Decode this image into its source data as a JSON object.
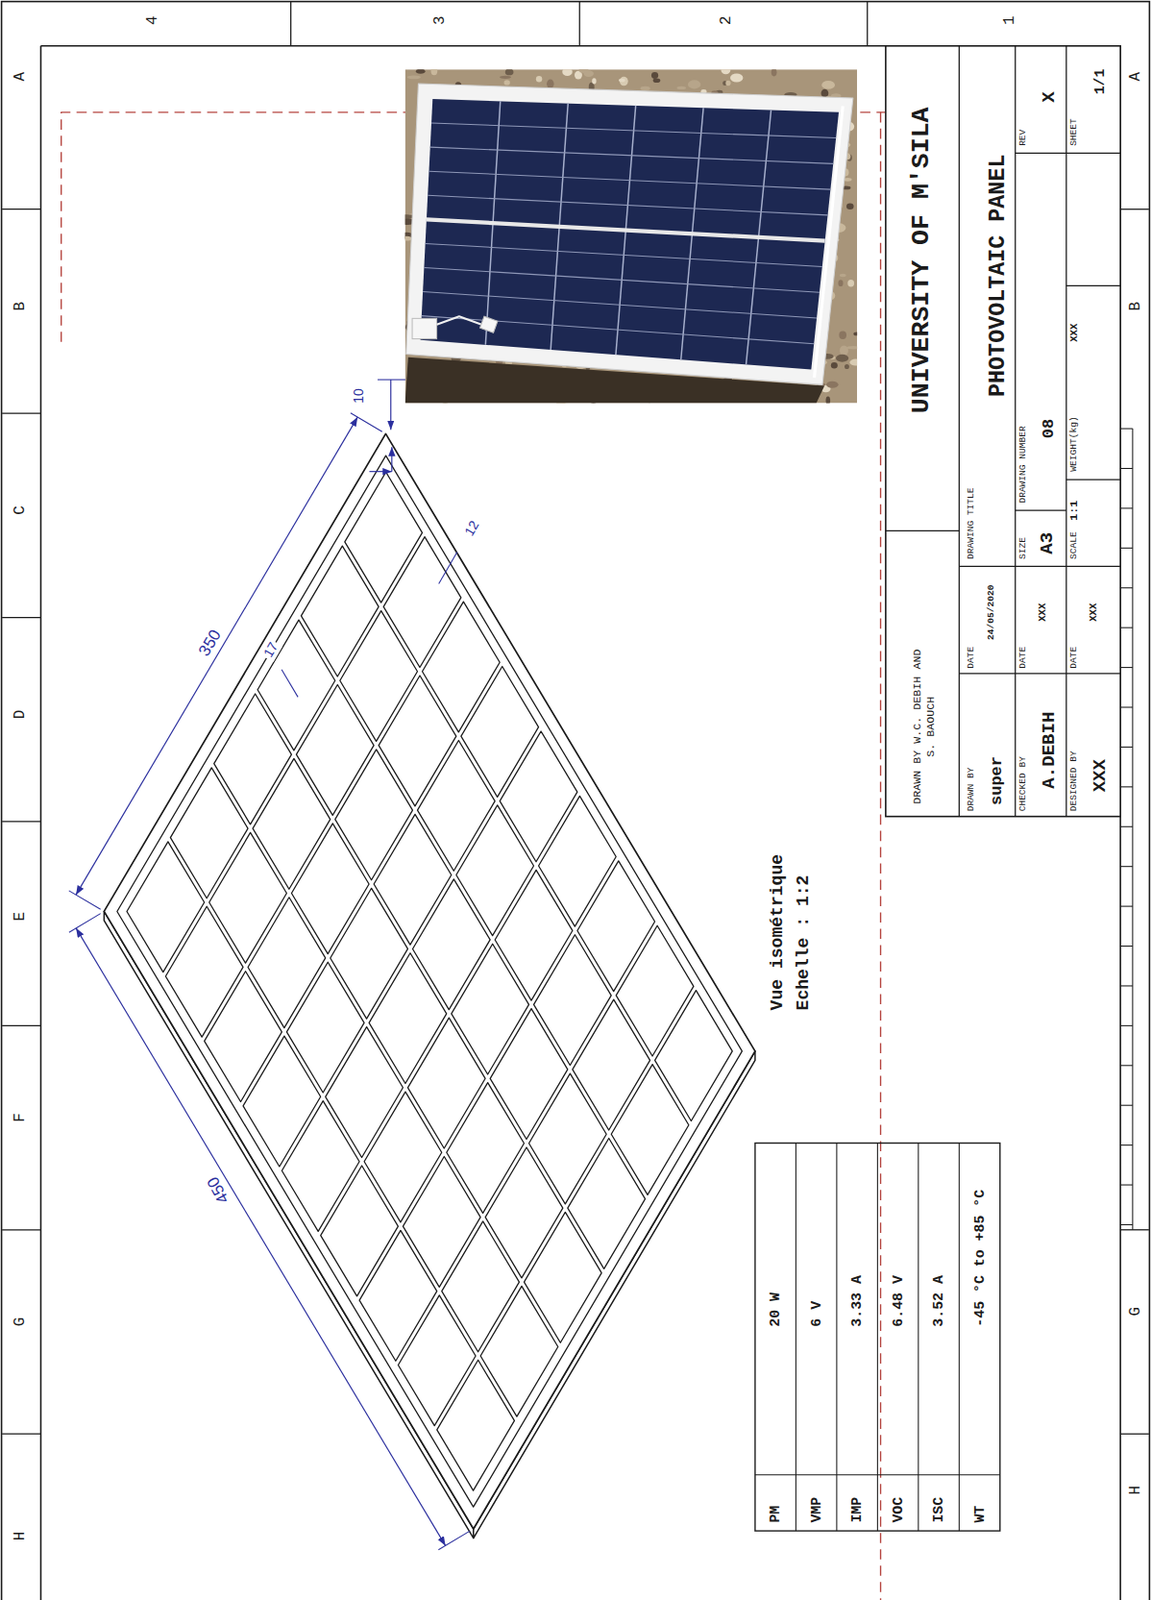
{
  "diagram": {
    "labels": [
      "4",
      "3",
      "2",
      "1",
      "A",
      "B",
      "C",
      "D",
      "E",
      "F",
      "G",
      "H",
      "A",
      "B",
      "G",
      "H",
      "UNIVERSITY OF M'SILA",
      "DRAWN BY W.C. DEBIH AND S. BAOUCH",
      "DRAWING TITLE",
      "PHOTOVOLTAIC PANEL",
      "SIZE",
      "A3",
      "DRAWING NUMBER",
      "08",
      "REV",
      "X",
      "SCALE",
      "1:1",
      "WEIGHT(kg)",
      "XXX",
      "SHEET",
      "1/1",
      "DRAWN BY",
      "super",
      "DATE",
      "24/05/2020",
      "CHECKED BY",
      "A.DEBIH",
      "DATE",
      "XXX",
      "DESIGNED BY",
      "XXX",
      "DATE",
      "XXX",
      "350",
      "450",
      "10",
      "12",
      "17",
      "Vue isométrique",
      "Echelle : 1:2",
      "PM",
      "20 W",
      "VMP",
      "6 V",
      "IMP",
      "3.33 A",
      "VOC",
      "6.48 V",
      "ISC",
      "3.52 A",
      "WT",
      "-45 °C to +85 °C"
    ]
  }
}
